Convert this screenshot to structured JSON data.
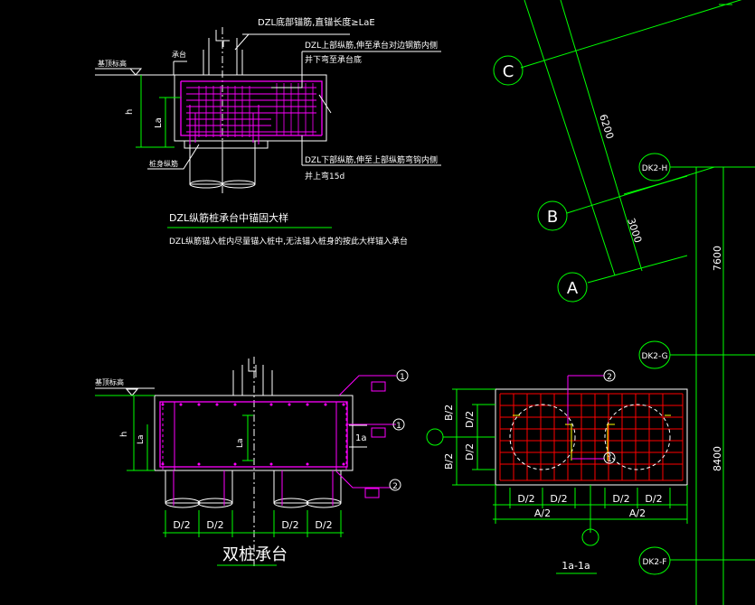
{
  "top_detail": {
    "note_dzl_anchor": "DZL底部锚筋,直锚长度≥LaE",
    "note_top_bar_1": "DZL上部纵筋,伸至承台对边钢筋内侧",
    "note_top_bar_2": "并下弯至承台底",
    "note_bottom_bar_1": "DZL下部纵筋,伸至上部纵筋弯钩内侧",
    "note_bottom_bar_2": "并上弯15d",
    "label_cap": "承台",
    "label_base_elev": "基顶标高",
    "label_pile_bar": "桩身纵筋",
    "dim_h": "h",
    "dim_la": "La",
    "title": "DZL纵筋桩承台中锚固大样",
    "subtitle": "DZL纵筋锚入桩内尽量锚入桩中,无法锚入桩身的按此大样锚入承台"
  },
  "grid": {
    "axis_c": "C",
    "axis_b": "B",
    "axis_a": "A",
    "dim_6200": "6200",
    "dim_3000": "3000",
    "dim_7600": "7600",
    "dim_8400": "8400",
    "tag_h": "DK2-H",
    "tag_g": "DK2-G",
    "tag_f": "DK2-F"
  },
  "section": {
    "label_base_elev": "基顶标高",
    "dim_h": "h",
    "dim_la": "La",
    "callout_1a": "1",
    "callout_1b": "1",
    "callout_2": "2",
    "section_mark": "1a",
    "dims_bottom": [
      "D/2",
      "D/2",
      "D/2",
      "D/2"
    ],
    "title": "双桩承台"
  },
  "plan": {
    "callout_2": "2",
    "callout_1": "1",
    "dims_left_outer": [
      "B/2",
      "B/2"
    ],
    "dims_left_inner": [
      "D/2",
      "D/2"
    ],
    "dims_bottom_inner": [
      "D/2",
      "D/2",
      "D/2",
      "D/2"
    ],
    "dims_bottom_outer": [
      "A/2",
      "A/2"
    ],
    "section_label": "1a-1a"
  },
  "colors": {
    "magenta": "#ff00ff",
    "green": "#00ff00",
    "white": "#ffffff",
    "red": "#ff0000",
    "yellow": "#ffff00"
  }
}
